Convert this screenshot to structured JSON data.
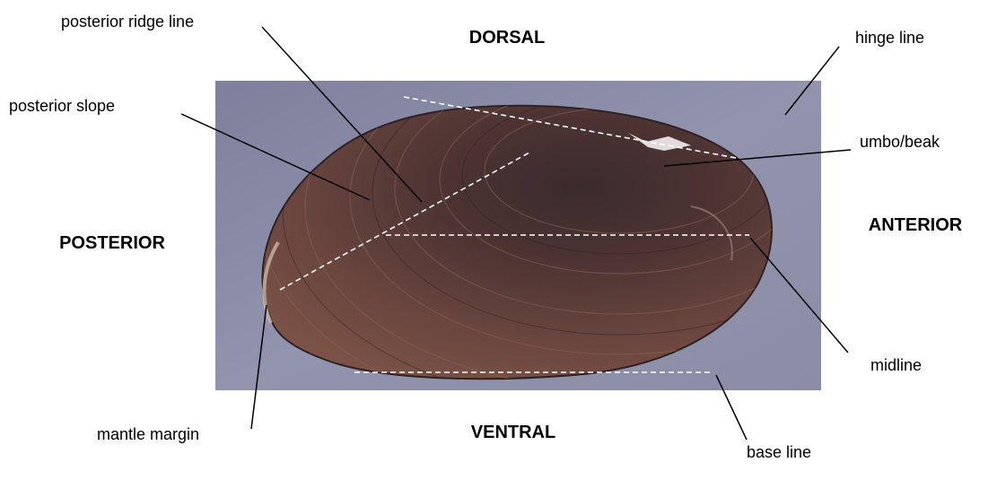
{
  "directions": {
    "dorsal": "DORSAL",
    "ventral": "VENTRAL",
    "posterior": "POSTERIOR",
    "anterior": "ANTERIOR"
  },
  "labels": {
    "posterior_ridge_line": "posterior ridge line",
    "posterior_slope": "posterior slope",
    "hinge_line": "hinge line",
    "umbo_beak": "umbo/beak",
    "midline": "midline",
    "base_line": "base line",
    "mantle_margin": "mantle margin"
  },
  "colors": {
    "photo_background": "#8a8aa6",
    "shell_dark": "#3a2a2c",
    "shell_mid": "#6e4a44",
    "guide_lines": "#ffffff",
    "label_text": "#000000"
  }
}
